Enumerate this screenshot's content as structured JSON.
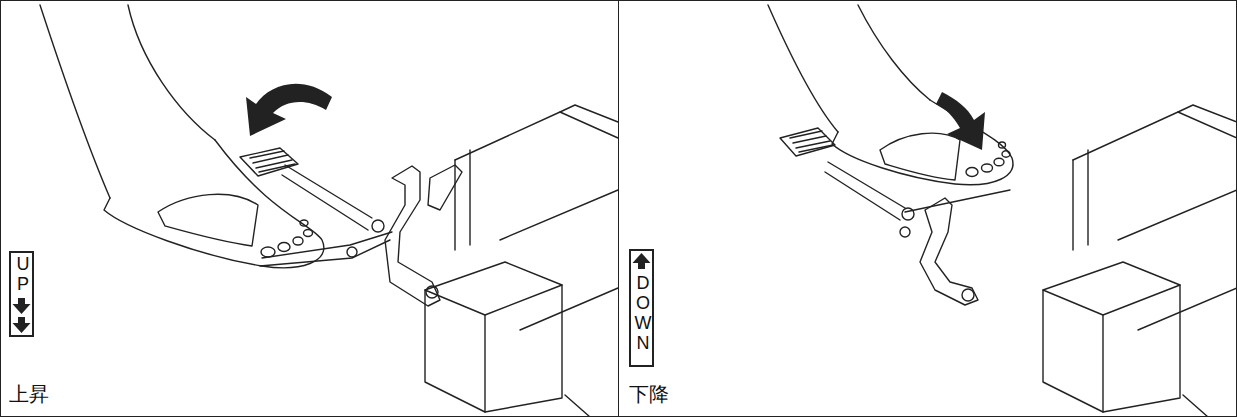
{
  "diagram": {
    "nodes": [
      {
        "text": [
          "上昇"
        ]
      },
      {
        "text": [
          "UP"
        ],
        "in": 0
      },
      {
        "text": [
          "下降"
        ]
      },
      {
        "text": [
          "DOWN"
        ],
        "in": 2
      }
    ]
  }
}
